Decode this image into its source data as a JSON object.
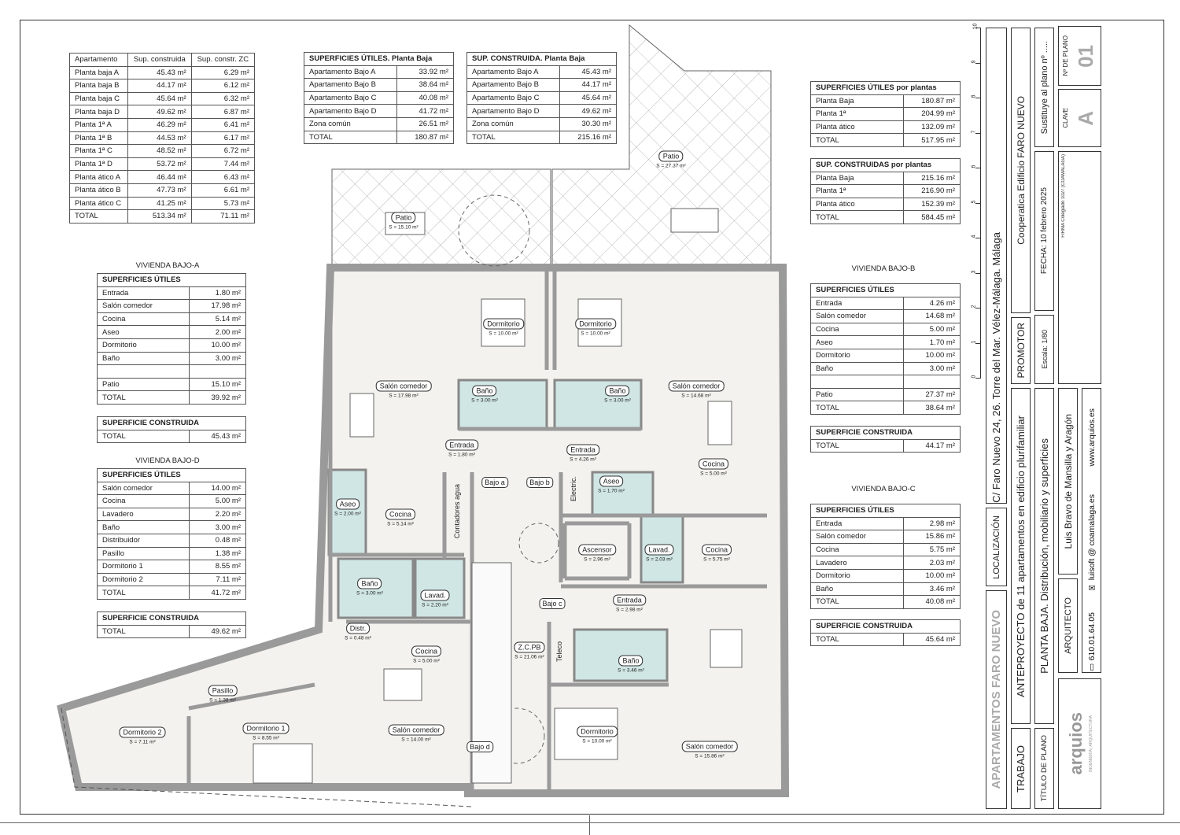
{
  "summary_table": {
    "header": [
      "Apartamento",
      "Sup. construida",
      "Sup. constr. ZC"
    ],
    "rows": [
      [
        "Planta baja A",
        "45.43 m²",
        "6.29 m²"
      ],
      [
        "Planta baja B",
        "44.17 m²",
        "6.12 m²"
      ],
      [
        "Planta baja C",
        "45.64 m²",
        "6.32 m²"
      ],
      [
        "Planta baja D",
        "49.62 m²",
        "6.87 m²"
      ],
      [
        "Planta 1ª A",
        "46.29 m²",
        "6.41 m²"
      ],
      [
        "Planta 1ª B",
        "44.53 m²",
        "6.17 m²"
      ],
      [
        "Planta 1ª C",
        "48.52 m²",
        "6.72 m²"
      ],
      [
        "Planta 1ª D",
        "53.72 m²",
        "7.44 m²"
      ],
      [
        "Planta ático A",
        "46.44 m²",
        "6.43 m²"
      ],
      [
        "Planta ático B",
        "47.73 m²",
        "6.61 m²"
      ],
      [
        "Planta ático C",
        "41.25 m²",
        "5.73 m²"
      ],
      [
        "TOTAL",
        "513.34 m²",
        "71.11 m²"
      ]
    ]
  },
  "utiles_pb": {
    "title": "SUPERFICIES ÚTILES. Planta Baja",
    "rows": [
      [
        "Apartamento Bajo A",
        "33.92 m²"
      ],
      [
        "Apartamento Bajo B",
        "38.64 m²"
      ],
      [
        "Apartamento Bajo C",
        "40.08 m²"
      ],
      [
        "Apartamento Bajo D",
        "41.72 m²"
      ],
      [
        "Zona común",
        "26.51 m²"
      ],
      [
        "TOTAL",
        "180.87 m²"
      ]
    ]
  },
  "construida_pb": {
    "title": "SUP. CONSTRUIDA. Planta Baja",
    "rows": [
      [
        "Apartamento Bajo A",
        "45.43 m²"
      ],
      [
        "Apartamento Bajo B",
        "44.17 m²"
      ],
      [
        "Apartamento Bajo C",
        "45.64 m²"
      ],
      [
        "Apartamento Bajo D",
        "49.62 m²"
      ],
      [
        "Zona común",
        "30.30 m²"
      ],
      [
        "TOTAL",
        "215.16 m²"
      ]
    ]
  },
  "utiles_plantas": {
    "title": "SUPERFICIES ÚTILES por plantas",
    "rows": [
      [
        "Planta Baja",
        "180.87 m²"
      ],
      [
        "Planta 1ª",
        "204.99 m²"
      ],
      [
        "Planta ático",
        "132.09 m²"
      ],
      [
        "TOTAL",
        "517.95 m²"
      ]
    ]
  },
  "construidas_plantas": {
    "title": "SUP. CONSTRUIDAS por plantas",
    "rows": [
      [
        "Planta Baja",
        "215.16 m²"
      ],
      [
        "Planta 1ª",
        "216.90 m²"
      ],
      [
        "Planta ático",
        "152.39 m²"
      ],
      [
        "TOTAL",
        "584.45 m²"
      ]
    ]
  },
  "bajo_a": {
    "label": "VIVIENDA BAJO-A",
    "utiles": {
      "title": "SUPERFICIES ÚTILES",
      "rows": [
        [
          "Entrada",
          "1.80 m²"
        ],
        [
          "Salón comedor",
          "17.98 m²"
        ],
        [
          "Cocina",
          "5.14 m²"
        ],
        [
          "Aseo",
          "2.00 m²"
        ],
        [
          "Dormitorio",
          "10.00 m²"
        ],
        [
          "Baño",
          "3.00 m²"
        ],
        [
          "",
          ""
        ],
        [
          "Patio",
          "15.10 m²"
        ],
        [
          "TOTAL",
          "39.92 m²"
        ]
      ]
    },
    "construida": {
      "title": "SUPERFICIE CONSTRUIDA",
      "rows": [
        [
          "TOTAL",
          "45.43 m²"
        ]
      ]
    }
  },
  "bajo_d": {
    "label": "VIVIENDA BAJO-D",
    "utiles": {
      "title": "SUPERFICIES ÚTILES",
      "rows": [
        [
          "Salón comedor",
          "14.00 m²"
        ],
        [
          "Cocina",
          "5.00 m²"
        ],
        [
          "Lavadero",
          "2.20 m²"
        ],
        [
          "Baño",
          "3.00 m²"
        ],
        [
          "Distribuidor",
          "0.48 m²"
        ],
        [
          "Pasillo",
          "1.38 m²"
        ],
        [
          "Dormitorio 1",
          "8.55 m²"
        ],
        [
          "Dormitorio 2",
          "7.11 m²"
        ],
        [
          "TOTAL",
          "41.72 m²"
        ]
      ]
    },
    "construida": {
      "title": "SUPERFICIE CONSTRUIDA",
      "rows": [
        [
          "TOTAL",
          "49.62 m²"
        ]
      ]
    }
  },
  "bajo_b": {
    "label": "VIVIENDA BAJO-B",
    "utiles": {
      "title": "SUPERFICIES ÚTILES",
      "rows": [
        [
          "Entrada",
          "4.26 m²"
        ],
        [
          "Salón comedor",
          "14.68 m²"
        ],
        [
          "Cocina",
          "5.00 m²"
        ],
        [
          "Aseo",
          "1.70 m²"
        ],
        [
          "Dormitorio",
          "10.00 m²"
        ],
        [
          "Baño",
          "3.00 m²"
        ],
        [
          "",
          ""
        ],
        [
          "Patio",
          "27.37 m²"
        ],
        [
          "TOTAL",
          "38.64 m²"
        ]
      ]
    },
    "construida": {
      "title": "SUPERFICIE CONSTRUIDA",
      "rows": [
        [
          "TOTAL",
          "44.17 m²"
        ]
      ]
    }
  },
  "bajo_c": {
    "label": "VIVIENDA BAJO-C",
    "utiles": {
      "title": "SUPERFICIES ÚTILES",
      "rows": [
        [
          "Entrada",
          "2.98 m²"
        ],
        [
          "Salón comedor",
          "15.86 m²"
        ],
        [
          "Cocina",
          "5.75 m²"
        ],
        [
          "Lavadero",
          "2.03 m²"
        ],
        [
          "Dormitorio",
          "10.00 m²"
        ],
        [
          "Baño",
          "3.46 m²"
        ],
        [
          "TOTAL",
          "40.08 m²"
        ]
      ]
    },
    "construida": {
      "title": "SUPERFICIE CONSTRUIDA",
      "rows": [
        [
          "TOTAL",
          "45.64 m²"
        ]
      ]
    }
  },
  "rooms": [
    {
      "n": "Patio",
      "s": "S = 15.10 m²"
    },
    {
      "n": "Patio",
      "s": "S = 27.37 m²"
    },
    {
      "n": "Dormitorio",
      "s": "S = 10.00 m²"
    },
    {
      "n": "Dormitorio",
      "s": "S = 10.00 m²"
    },
    {
      "n": "Salón comedor",
      "s": "S = 17.98 m²"
    },
    {
      "n": "Salón comedor",
      "s": "S = 14.68 m²"
    },
    {
      "n": "Baño",
      "s": "S = 3.00 m²"
    },
    {
      "n": "Baño",
      "s": "S = 3.00 m²"
    },
    {
      "n": "Entrada",
      "s": "S = 1.80 m²"
    },
    {
      "n": "Entrada",
      "s": "S = 4.26 m²"
    },
    {
      "n": "Cocina",
      "s": "S = 5.00 m²"
    },
    {
      "n": "Aseo",
      "s": "S = 2.00 m²"
    },
    {
      "n": "Cocina",
      "s": "S = 5.14 m²"
    },
    {
      "n": "Aseo",
      "s": "S = 1.70 m²"
    },
    {
      "n": "Ascensor",
      "s": "S = 2.96 m²"
    },
    {
      "n": "Lavad.",
      "s": "S = 2.03 m²"
    },
    {
      "n": "Cocina",
      "s": "S = 5.75 m²"
    },
    {
      "n": "Baño",
      "s": "S = 3.00 m²"
    },
    {
      "n": "Lavad.",
      "s": "S = 2.20 m²"
    },
    {
      "n": "Entrada",
      "s": "S = 2.98 m²"
    },
    {
      "n": "Distr.",
      "s": "S = 0.48 m²"
    },
    {
      "n": "Cocina",
      "s": "S = 5.00 m²"
    },
    {
      "n": "Z.C.PB",
      "s": "S = 21.06 m²"
    },
    {
      "n": "Baño",
      "s": "S = 3.46 m²"
    },
    {
      "n": "Pasillo",
      "s": "S = 1.38 m²"
    },
    {
      "n": "Dormitorio 2",
      "s": "S = 7.11 m²"
    },
    {
      "n": "Dormitorio 1",
      "s": "S = 8.55 m²"
    },
    {
      "n": "Salón comedor",
      "s": "S = 14.00 m²"
    },
    {
      "n": "Dormitorio",
      "s": "S = 10.00 m²"
    },
    {
      "n": "Salón comedor",
      "s": "S = 15.86 m²"
    }
  ],
  "plain_labels": {
    "bajo_a": "Bajo a",
    "bajo_b": "Bajo b",
    "bajo_c": "Bajo c",
    "bajo_d": "Bajo d",
    "contadores": "Contadores agua",
    "electric": "Electric.",
    "teleco": "Teleco"
  },
  "ruler": [
    "0",
    "1",
    "2",
    "3",
    "4",
    "5",
    "6",
    "7",
    "8",
    "9",
    "10"
  ],
  "title_block": {
    "project": "APARTAMENTOS FARO NUEVO",
    "localizacion_label": "LOCALIZACIÓN",
    "localizacion": "C/ Faro Nuevo 24, 26. Torre del Mar. Vélez-Málaga. Málaga",
    "trabajo_label": "TRABAJO",
    "trabajo": "ANTEPROYECTO de 11 apartamentos en edificio plurifamiliar",
    "promotor_label": "PROMOTOR",
    "promotor": "Cooperatica Edificio FARO NUEVO",
    "titulo_label": "TÍTULO DE PLANO",
    "titulo": "PLANTA BAJA. Distribución, mobiliario y superficies",
    "escala": "Escala: 1/80",
    "fecha": "FECHA: 10 febrero 2025",
    "sustituye": "Sustituye al plano nº .....",
    "arquitecto_label": "ARQUITECTO",
    "arquitecto": "Luis Bravo de Mansilla y Aragón",
    "firma": "FIRMA Colegiado 1027 (COAMALAGA)",
    "clave_label": "CLAVE",
    "clave": "A",
    "plano_label": "Nº DE PLANO",
    "plano": "01",
    "phone": "610.01.64.05",
    "email": "luisoft @ coamalaga.es",
    "web": "www.arquios.es",
    "logo": "arquios",
    "logo_sub": "INGENIERÍA | ARQUITECTURA"
  },
  "colors": {
    "wet_room": "#cfe6e4",
    "wall": "#9a9a9a",
    "floor": "#f3f2ee"
  }
}
